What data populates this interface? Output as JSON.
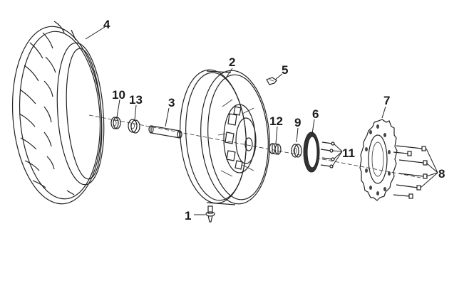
{
  "colors": {
    "line": "#222222",
    "fill": "#ffffff",
    "shade": "#555555"
  },
  "callouts": {
    "c1": "1",
    "c2": "2",
    "c3": "3",
    "c4": "4",
    "c5": "5",
    "c6": "6",
    "c7": "7",
    "c8": "8",
    "c9": "9",
    "c10": "10",
    "c11": "11",
    "c12": "12",
    "c13": "13"
  },
  "parts": [
    {
      "number": "1",
      "part": "valve-stem"
    },
    {
      "number": "2",
      "part": "rim"
    },
    {
      "number": "3",
      "part": "axle-spacer"
    },
    {
      "number": "4",
      "part": "tire"
    },
    {
      "number": "5",
      "part": "clip"
    },
    {
      "number": "6",
      "part": "adapter-ring"
    },
    {
      "number": "7",
      "part": "brake-disc"
    },
    {
      "number": "8",
      "part": "disc-bolts"
    },
    {
      "number": "9",
      "part": "bearing-right"
    },
    {
      "number": "10",
      "part": "bearing-left"
    },
    {
      "number": "11",
      "part": "ring-bolts"
    },
    {
      "number": "12",
      "part": "spacer-collar"
    },
    {
      "number": "13",
      "part": "inner-bearing"
    }
  ]
}
